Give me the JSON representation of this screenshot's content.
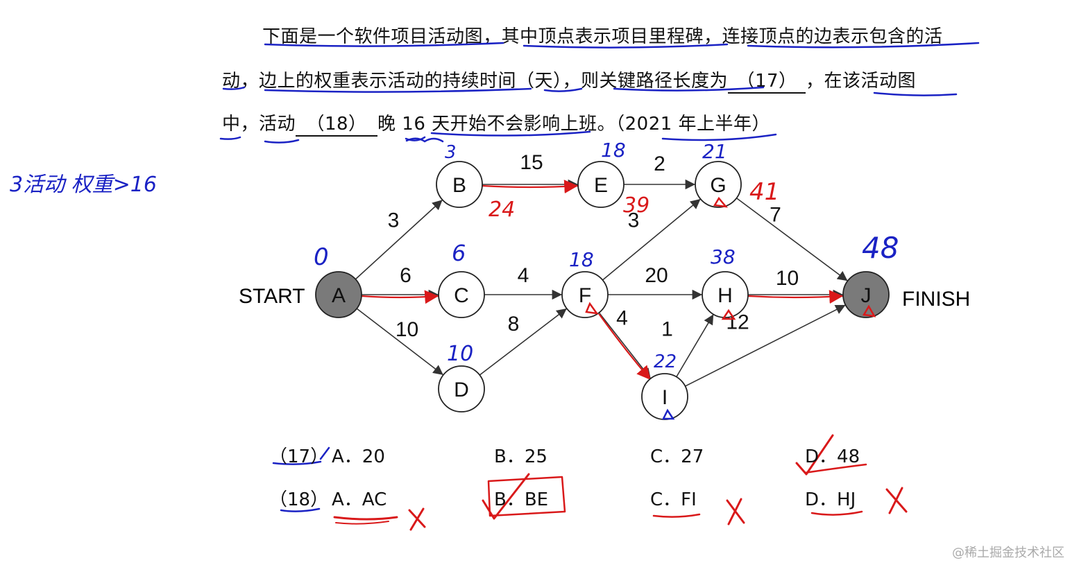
{
  "question": {
    "line1": "下面是一个软件项目活动图，其中顶点表示项目里程碑，连接顶点的边表示包含的活",
    "line2_pre": "动，边上的权重表示活动的持续时间（天），则关键路径长度为",
    "blank17": "（17）",
    "line2_post": "，在该活动图",
    "line3_pre": "中，活动",
    "blank18": "（18）",
    "line3_post": "晚 16 天开始不会影响上班。（2021 年上半年）"
  },
  "diagram": {
    "start_label": "START",
    "finish_label": "FINISH",
    "nodes": [
      {
        "id": "A",
        "label": "A",
        "filled": true
      },
      {
        "id": "B",
        "label": "B",
        "filled": false
      },
      {
        "id": "C",
        "label": "C",
        "filled": false
      },
      {
        "id": "D",
        "label": "D",
        "filled": false
      },
      {
        "id": "E",
        "label": "E",
        "filled": false
      },
      {
        "id": "F",
        "label": "F",
        "filled": false
      },
      {
        "id": "G",
        "label": "G",
        "filled": false
      },
      {
        "id": "H",
        "label": "H",
        "filled": false
      },
      {
        "id": "I",
        "label": "I",
        "filled": false
      },
      {
        "id": "J",
        "label": "J",
        "filled": true
      }
    ],
    "edges": [
      {
        "from": "A",
        "to": "B",
        "weight": "3"
      },
      {
        "from": "A",
        "to": "C",
        "weight": "6"
      },
      {
        "from": "A",
        "to": "D",
        "weight": "10"
      },
      {
        "from": "B",
        "to": "E",
        "weight": "15"
      },
      {
        "from": "C",
        "to": "F",
        "weight": "4"
      },
      {
        "from": "D",
        "to": "F",
        "weight": "8"
      },
      {
        "from": "E",
        "to": "G",
        "weight": "2"
      },
      {
        "from": "F",
        "to": "G",
        "weight": "3"
      },
      {
        "from": "F",
        "to": "H",
        "weight": "20"
      },
      {
        "from": "F",
        "to": "I",
        "weight": "4"
      },
      {
        "from": "I",
        "to": "H",
        "weight": "1"
      },
      {
        "from": "G",
        "to": "J",
        "weight": "7"
      },
      {
        "from": "H",
        "to": "J",
        "weight": "10"
      },
      {
        "from": "I",
        "to": "J",
        "weight": "12"
      }
    ]
  },
  "handwriting": {
    "note_left": "3活动 权重>16",
    "earliest": {
      "A": "0",
      "B": "3",
      "C": "6",
      "D": "10",
      "E": "18",
      "F": "18",
      "G": "21",
      "H": "38",
      "I": "22",
      "J": "48"
    },
    "latest": {
      "B": "24",
      "E": "39",
      "G": "41"
    }
  },
  "options": {
    "q17": {
      "num": "（17）",
      "a": "A．20",
      "b": "B．25",
      "c": "C．27",
      "d": "D．48"
    },
    "q18": {
      "num": "（18）",
      "a": "A．AC",
      "b": "B．BE",
      "c": "C．FI",
      "d": "D．HJ"
    }
  },
  "watermark": "@稀土掘金技术社区",
  "colors": {
    "ink_blue": "#1a22c4",
    "ink_red": "#d9191a",
    "node_fill": "#7a7a7a",
    "edge": "#333333"
  }
}
